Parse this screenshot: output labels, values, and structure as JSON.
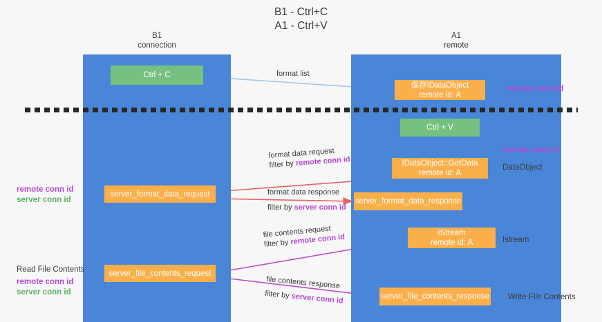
{
  "title": {
    "line1": "B1 - Ctrl+C",
    "line2": "A1 - Ctrl+V"
  },
  "colors": {
    "column": "#4a86d8",
    "green_node": "#76c080",
    "orange_node": "#fbaf4b",
    "remote_conn_id": "#b44ad0",
    "server_conn_id_green": "#5fb06a",
    "server_conn_id_purple": "#b44ad0",
    "blue_arrow": "#9fc8ea",
    "red_arrow": "#e8635f",
    "magenta_arrow": "#c44ad0",
    "black_arrow": "#141414",
    "background": "#f7f7f7"
  },
  "columns": [
    {
      "id": "b1",
      "header_line1": "B1",
      "header_line2": "connection"
    },
    {
      "id": "a1",
      "header_line1": "A1",
      "header_line2": "remote"
    }
  ],
  "nodes": [
    {
      "id": "ctrl-c",
      "kind": "green",
      "line1": "Ctrl + C",
      "line2": ""
    },
    {
      "id": "ctrl-v",
      "kind": "green",
      "line1": "Ctrl + V",
      "line2": ""
    },
    {
      "id": "dataobject-save",
      "kind": "orange",
      "line1": "保存IDataObject",
      "line2": "remote id: A"
    },
    {
      "id": "getdata",
      "kind": "orange",
      "line1": "IDataObject::GetData",
      "line2": "remote id: A"
    },
    {
      "id": "istream",
      "kind": "orange",
      "line1": "IStream",
      "line2": "remote id: A"
    },
    {
      "id": "server-format-data-request",
      "kind": "orange",
      "line1": "server_format_data_request",
      "line2": ""
    },
    {
      "id": "server-format-data-response",
      "kind": "orange",
      "line1": "server_format_data_response",
      "line2": ""
    },
    {
      "id": "server-file-contents-request",
      "kind": "orange",
      "line1": "server_file_contents_request",
      "line2": ""
    },
    {
      "id": "server-file-contents-response",
      "kind": "orange",
      "line1": "server_file_contents_response",
      "line2": ""
    }
  ],
  "edges": [
    {
      "id": "format-list",
      "caption_line1": "format list",
      "caption_line2": "",
      "caption_line2_keyword": "",
      "color": "#9fc8ea"
    },
    {
      "id": "format-data-request",
      "caption_line1": "format data request",
      "caption_line2_prefix": "filter by ",
      "caption_line2_keyword": "remote conn id",
      "color": "#e8635f"
    },
    {
      "id": "format-data-response",
      "caption_line1": "format data response",
      "caption_line2_prefix": "filter by ",
      "caption_line2_keyword": "server conn id",
      "color": "#e8635f"
    },
    {
      "id": "file-contents-request",
      "caption_line1": "file contents request",
      "caption_line2_prefix": "filter by ",
      "caption_line2_keyword": "remote conn id",
      "color": "#c44ad0"
    },
    {
      "id": "file-contents-response",
      "caption_line1": "file contents response",
      "caption_line2_prefix": "filter by ",
      "caption_line2_keyword": "server conn id",
      "color": "#c44ad0"
    }
  ],
  "annotations": {
    "right_remote_conn_id_top": "remote conn id",
    "right_remote_conn_id_mid": "remote conn id",
    "right_dataobject": "DataObject",
    "right_istream": "Istream",
    "right_write_file_contents": "Write File Contents",
    "left_remote_conn_id_1": "remote conn id",
    "left_server_conn_id_1": "server conn id",
    "left_read_file_contents": "Read File Contents",
    "left_remote_conn_id_2": "remote conn id",
    "left_server_conn_id_2": "server conn id"
  }
}
